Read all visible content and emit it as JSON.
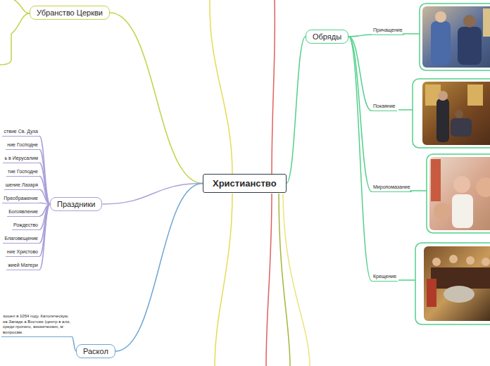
{
  "diagram": {
    "nodes": [
      {
        "text": [
          "Христианство"
        ]
      },
      {
        "text": [
          "Убранство Церкви"
        ]
      },
      {
        "text": [
          "Праздники"
        ]
      },
      {
        "text": [
          "ствие Св. Духа"
        ]
      },
      {
        "text": [
          "ние Господне"
        ]
      },
      {
        "text": [
          "ь в Иерусалим"
        ]
      },
      {
        "text": [
          "тие Господне"
        ]
      },
      {
        "text": [
          "шение Лазаря"
        ]
      },
      {
        "text": [
          "Преображение"
        ]
      },
      {
        "text": [
          "Богоявление"
        ]
      },
      {
        "text": [
          "Рождество"
        ]
      },
      {
        "text": [
          "Благовещение"
        ]
      },
      {
        "text": [
          "ние Христово"
        ]
      },
      {
        "text": [
          "жией Матери"
        ]
      },
      {
        "text": [
          "Раскол"
        ]
      },
      {
        "text": [
          "зошел в 1054 году. Католическую на Западе а Востоке (центр в али, среди прочего, анонических, м вопросам."
        ]
      },
      {
        "text": [
          "Обряды"
        ]
      },
      {
        "text": [
          "Причащение"
        ]
      },
      {
        "text": [
          "Покаяние"
        ]
      },
      {
        "text": [
          "Миропомазание"
        ]
      },
      {
        "text": [
          "Крещение"
        ]
      }
    ],
    "edges": [
      {
        "from": 0,
        "to": 1,
        "arrow": "none"
      },
      {
        "from": 0,
        "to": 2,
        "arrow": "none"
      },
      {
        "from": 2,
        "to": 3,
        "arrow": "none"
      },
      {
        "from": 2,
        "to": 4,
        "arrow": "none"
      },
      {
        "from": 2,
        "to": 5,
        "arrow": "none"
      },
      {
        "from": 2,
        "to": 6,
        "arrow": "none"
      },
      {
        "from": 2,
        "to": 7,
        "arrow": "none"
      },
      {
        "from": 2,
        "to": 8,
        "arrow": "none"
      },
      {
        "from": 2,
        "to": 9,
        "arrow": "none"
      },
      {
        "from": 2,
        "to": 10,
        "arrow": "none"
      },
      {
        "from": 2,
        "to": 11,
        "arrow": "none"
      },
      {
        "from": 2,
        "to": 12,
        "arrow": "none"
      },
      {
        "from": 2,
        "to": 13,
        "arrow": "none"
      },
      {
        "from": 0,
        "to": 14,
        "arrow": "none"
      },
      {
        "from": 14,
        "to": 15,
        "arrow": "none"
      },
      {
        "from": 0,
        "to": 16,
        "arrow": "none"
      },
      {
        "from": 16,
        "to": 17,
        "arrow": "none"
      },
      {
        "from": 16,
        "to": 18,
        "arrow": "none"
      },
      {
        "from": 16,
        "to": 19,
        "arrow": "none"
      },
      {
        "from": 16,
        "to": 20,
        "arrow": "none"
      }
    ]
  }
}
